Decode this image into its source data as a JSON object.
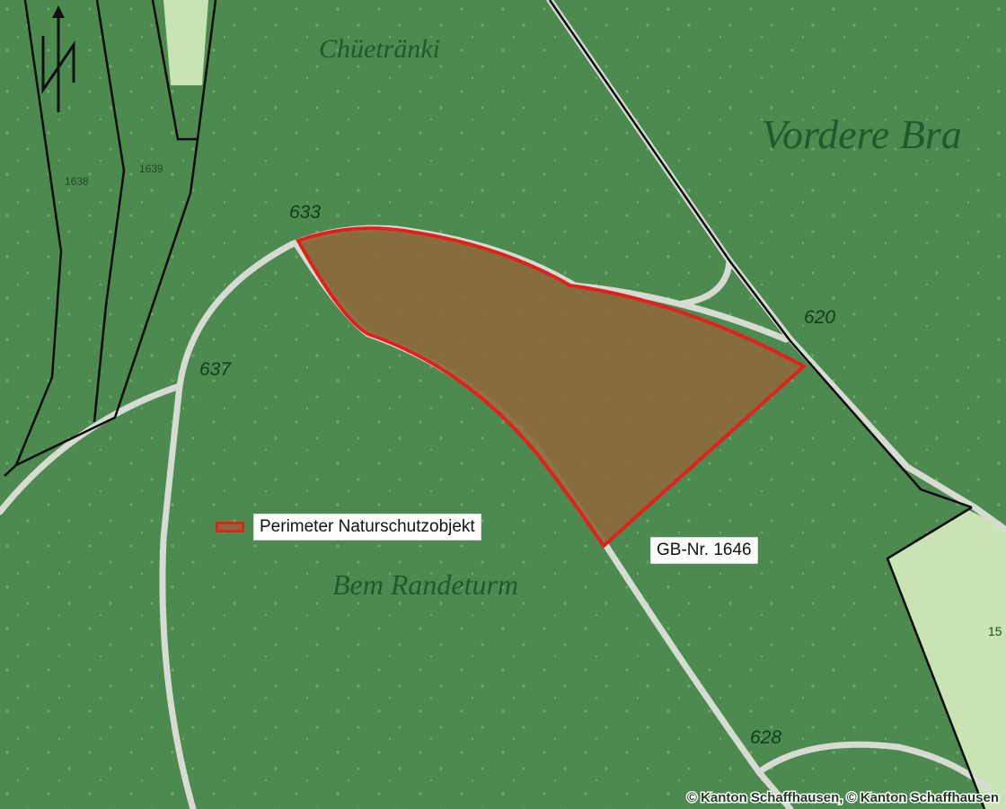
{
  "map": {
    "place_names": {
      "chuetraenki": "Chüetränki",
      "vordere": "Vordere Bra",
      "randeturm": "Bem Randeturm"
    },
    "elevations": {
      "e633": "633",
      "e637": "637",
      "e620": "620",
      "e628": "628"
    },
    "parcels": {
      "p1638": "1638",
      "p1639": "1639",
      "p15": "15"
    },
    "legend": {
      "label": "Perimeter Naturschutzobjekt"
    },
    "parcel_label": "GB-Nr. 1646",
    "copyright": "© Kanton Schaffhausen, © Kanton Schaffhausen",
    "north_arrow": "north-arrow-icon",
    "colors": {
      "forest": "#4c8a4f",
      "open_land": "#c9e4b4",
      "perimeter_fill": "#8a6a3c",
      "perimeter_stroke": "#e0211c",
      "road": "#d6dcd2",
      "boundary": "#0b0b0b"
    }
  }
}
